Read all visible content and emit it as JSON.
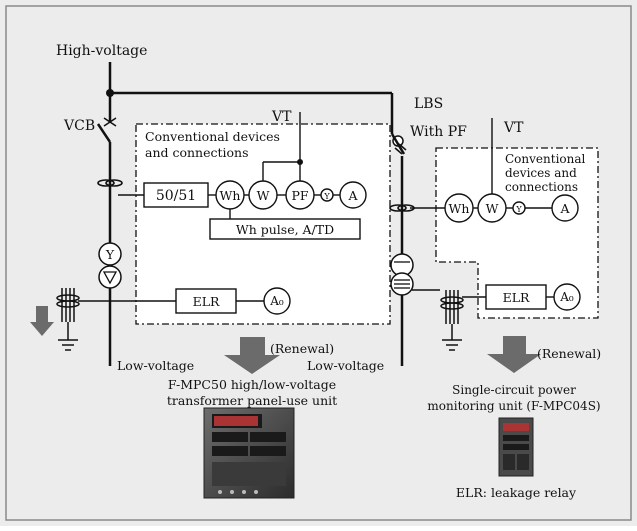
{
  "colors": {
    "background": "#ececec",
    "frame": "#8a8a8a",
    "line": "#111111",
    "arrow": "#6b6b6b"
  },
  "labels": {
    "high_voltage": "High-voltage",
    "lbs": "LBS",
    "vcb": "VCB",
    "vt_left": "VT",
    "vt_right": "VT",
    "with_pf": "With PF",
    "conv_left_1": "Conventional devices",
    "conv_left_2": "and connections",
    "conv_right_1": "Conventional",
    "conv_right_2": "devices and",
    "conv_right_3": "connections",
    "relay_5051": "50/51",
    "wh_left": "Wh",
    "w_left": "W",
    "pf": "PF",
    "a_left": "A",
    "y_small_left": "Y",
    "wh_pulse": "Wh pulse, A/TD",
    "y_big": "Y",
    "elr_left": "ELR",
    "a0_left": "A₀",
    "wh_right": "Wh",
    "w_right": "W",
    "y_small_right": "Y",
    "a_right": "A",
    "elr_right": "ELR",
    "a0_right": "A₀",
    "low_voltage_left": "Low-voltage",
    "low_voltage_right": "Low-voltage",
    "renewal_left": "(Renewal)",
    "renewal_right": "(Renewal)",
    "fmpc50_1": "F-MPC50 high/low-voltage",
    "fmpc50_2": "transformer panel-use unit",
    "fmpc04s_1": "Single-circuit power",
    "fmpc04s_2": "monitoring unit (F-MPC04S)",
    "elr_note": "ELR: leakage relay"
  }
}
